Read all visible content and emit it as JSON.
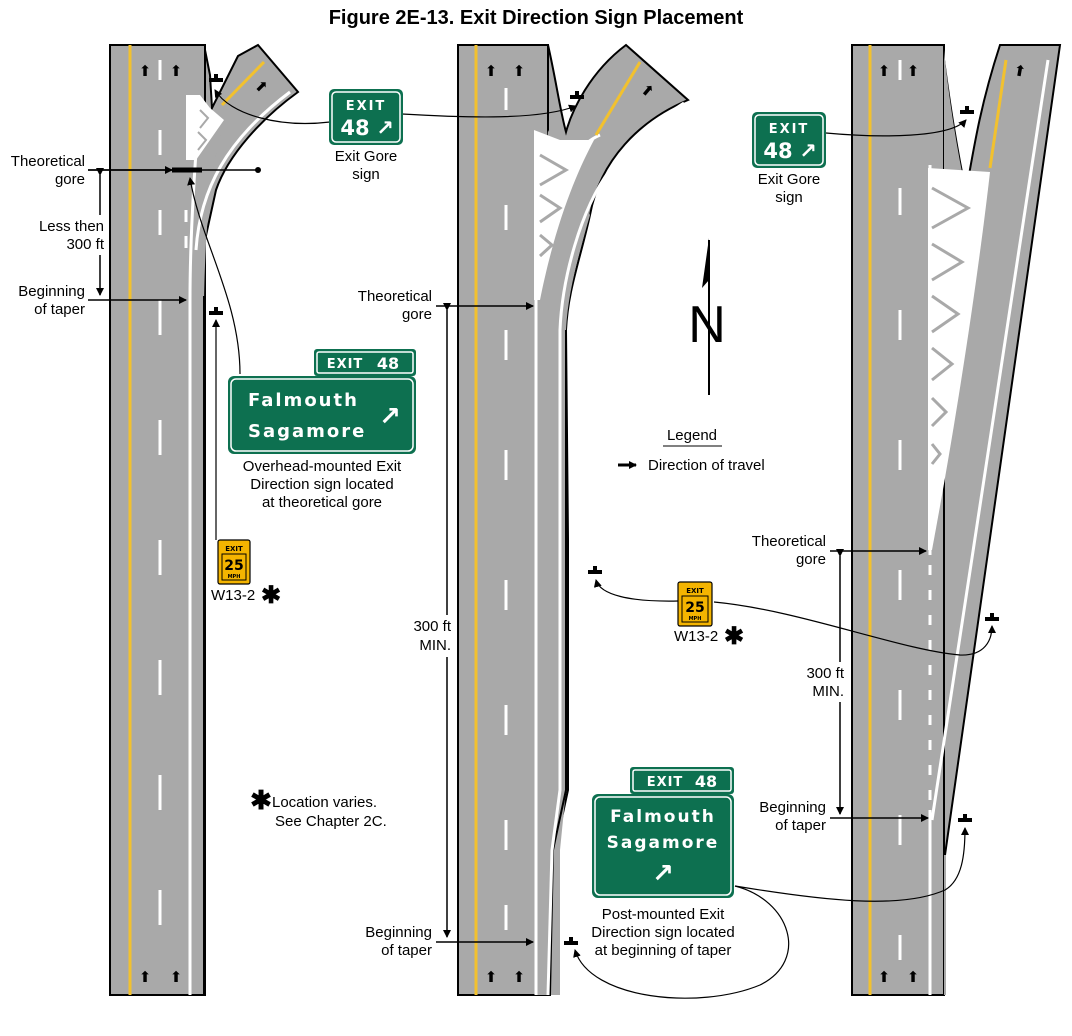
{
  "title": "Figure 2E-13.  Exit Direction Sign Placement",
  "colors": {
    "pavement": "#a9a9a9",
    "edge_yellow": "#f2c12e",
    "sign_green": "#0d7050",
    "sign_yellow": "#f4b400",
    "line": "#000000"
  },
  "left_panel": {
    "theoretical_gore": [
      "Theoretical",
      "gore"
    ],
    "less_than": [
      "Less then",
      "300 ft"
    ],
    "beginning_taper": [
      "Beginning",
      "of taper"
    ],
    "overhead_caption": [
      "Overhead-mounted Exit",
      "Direction sign located",
      "at theoretical gore"
    ],
    "w13_label": "W13-2"
  },
  "middle_panel": {
    "theoretical_gore": [
      "Theoretical",
      "gore"
    ],
    "min_distance": [
      "300 ft",
      "MIN."
    ],
    "beginning_taper": [
      "Beginning",
      "of taper"
    ],
    "note": [
      "Location varies.",
      "See Chapter 2C."
    ]
  },
  "right_panel": {
    "theoretical_gore": [
      "Theoretical",
      "gore"
    ],
    "min_distance": [
      "300 ft",
      "MIN."
    ],
    "beginning_taper": [
      "Beginning",
      "of taper"
    ],
    "w13_label": "W13-2",
    "post_caption": [
      "Post-mounted Exit",
      "Direction sign located",
      "at beginning of taper"
    ]
  },
  "gore_sign": {
    "word": "EXIT",
    "number": "48",
    "arrow": "↗",
    "caption": [
      "Exit Gore",
      "sign"
    ]
  },
  "direction_sign": {
    "tab_word": "EXIT",
    "tab_number": "48",
    "line1": "Falmouth",
    "line2": "Sagamore",
    "arrow": "↗"
  },
  "speed_sign": {
    "top": "EXIT",
    "speed": "25",
    "unit": "MPH"
  },
  "north": "N",
  "legend": {
    "title": "Legend",
    "item": "Direction of travel"
  }
}
